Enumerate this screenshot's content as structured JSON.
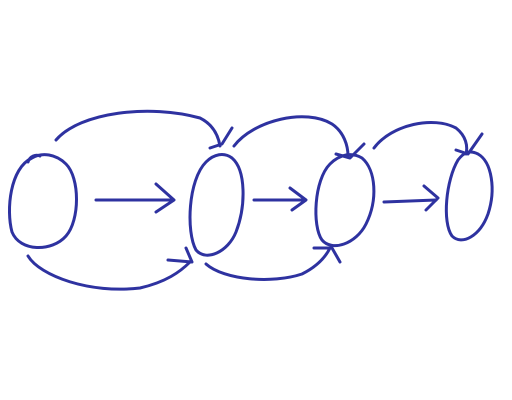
{
  "diagram": {
    "kind": "hand-drawn state chain",
    "ink_color": "#2e32a0",
    "background_color": "#ffffff",
    "node_count": 4,
    "straight_arrows": 3,
    "upper_skip_arcs": 3,
    "lower_skip_arcs": 2
  }
}
